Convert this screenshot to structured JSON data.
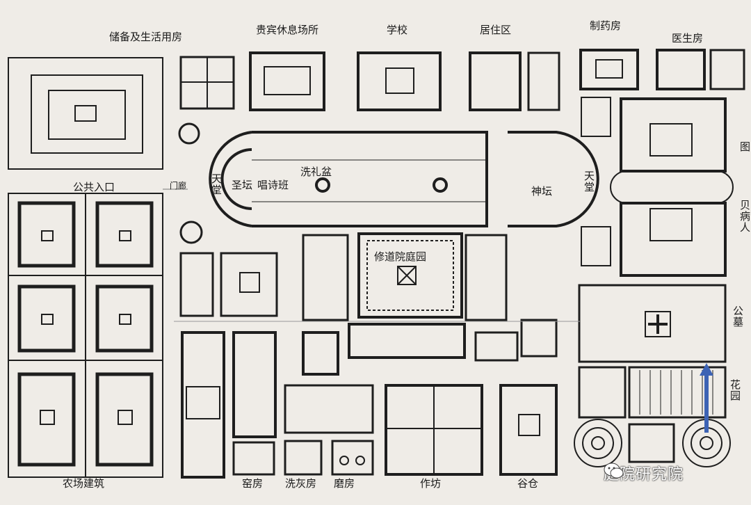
{
  "labels": {
    "storage": "储备及生活用房",
    "guest": "贵宾休息场所",
    "school": "学校",
    "residence": "居住区",
    "pharmacy": "制药房",
    "doctor": "医生房",
    "entrance": "公共入口",
    "gate": "门廊",
    "heaven_w": "天堂",
    "holy": "圣坛",
    "choir": "唱诗班",
    "font": "洗礼盆",
    "altar": "神坛",
    "heaven_e": "天堂",
    "cloister": "修道院庭园",
    "cemetery": "公墓",
    "garden": "花园",
    "farm": "农场建筑",
    "kiln": "窑房",
    "lime": "洗灰房",
    "mill": "磨房",
    "workshop": "作坊",
    "granary": "谷仓",
    "right_edge_1": "图",
    "right_edge_2": "贝病人"
  },
  "watermark": {
    "text": "庭院研究院",
    "icon": "wechat-icon"
  },
  "colors": {
    "paper": "#efece7",
    "ink": "#1e1e1e",
    "arrow": "#3d63b4"
  }
}
